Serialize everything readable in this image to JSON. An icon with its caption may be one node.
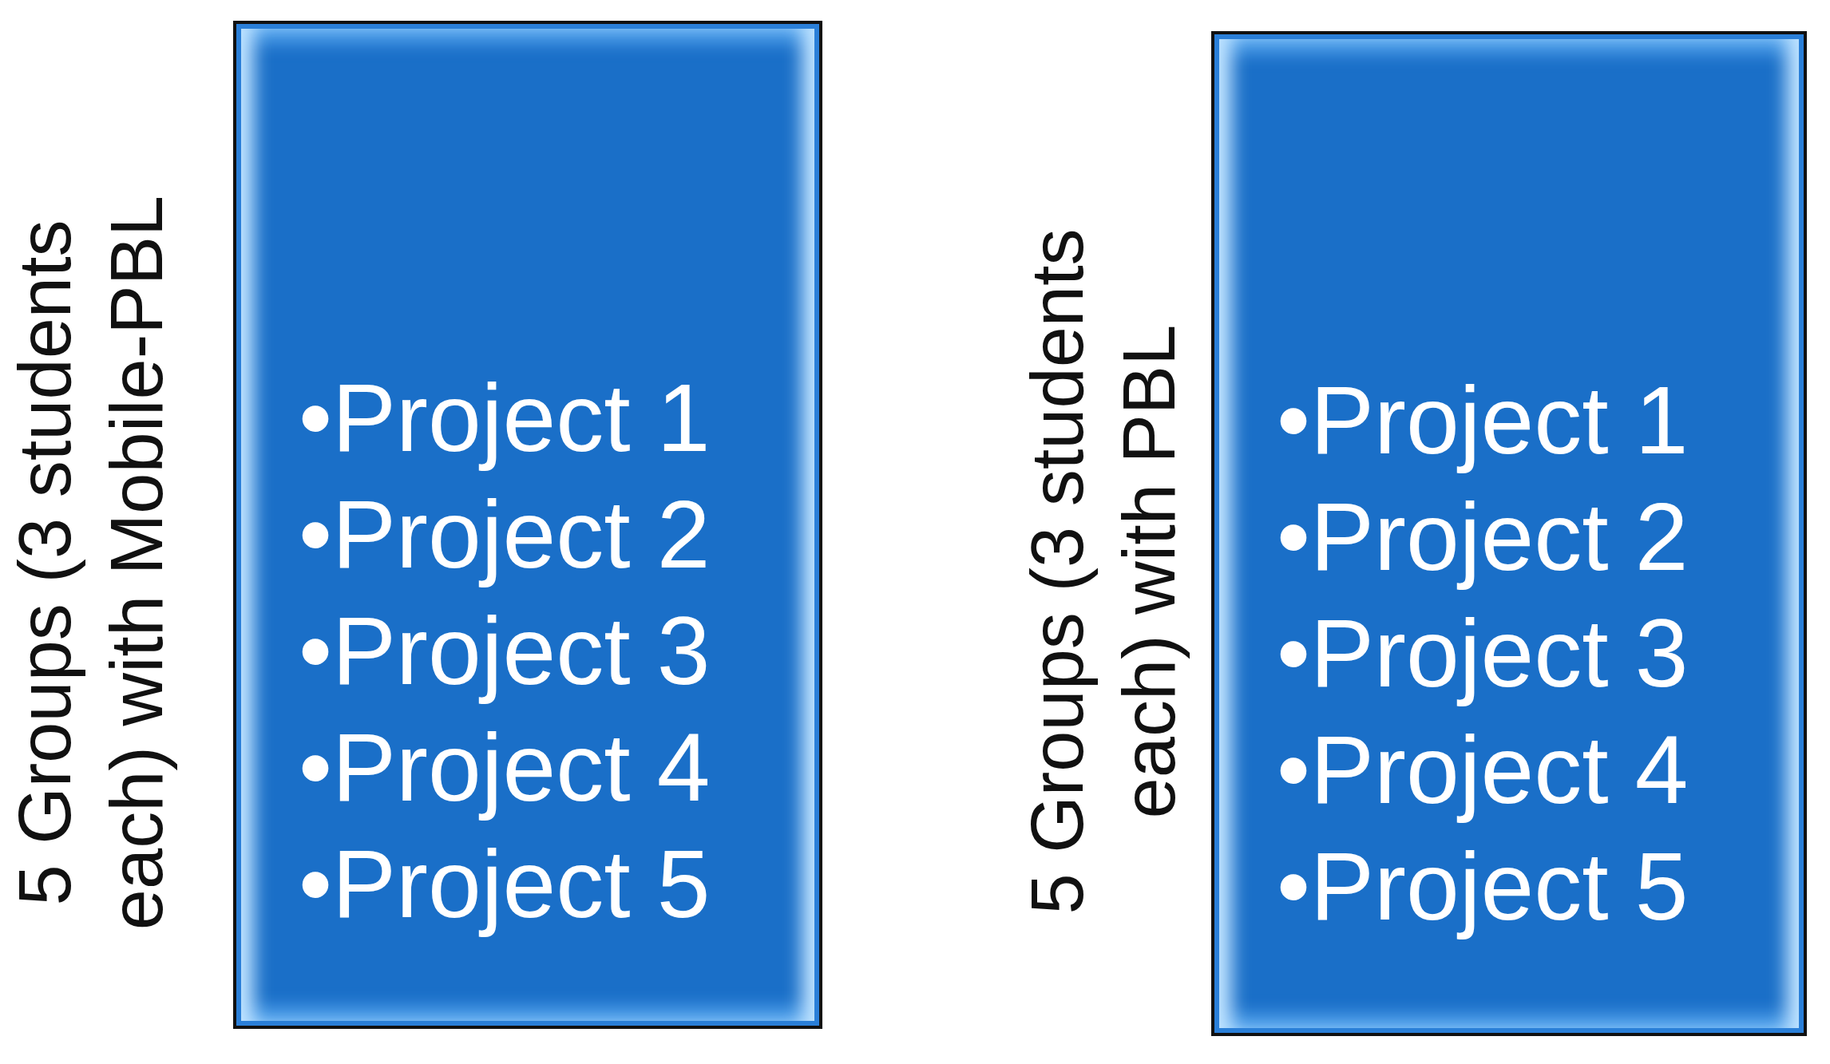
{
  "diagram": {
    "nodes": [
      {
        "text": [
          "5 Groups (3 students each) with Mobile-PBL",
          "•Project 1",
          "•Project 2",
          "•Project 3",
          "•Project 4",
          "•Project 5"
        ]
      },
      {
        "text": [
          "5 Groups (3 students each) with PBL",
          "•Project 1",
          "•Project 2",
          "•Project 3",
          "•Project 4",
          "•Project 5"
        ]
      }
    ]
  }
}
